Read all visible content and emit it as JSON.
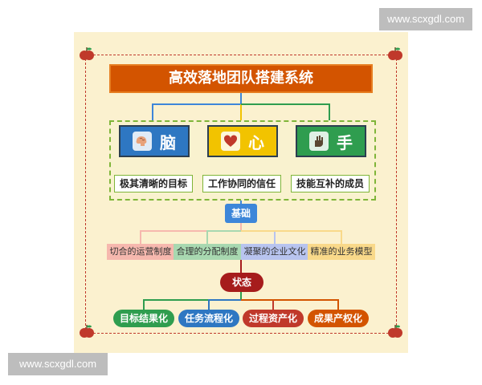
{
  "watermark": "www.scxgdl.com",
  "title": "高效落地团队搭建系统",
  "pillars": [
    {
      "name": "脑",
      "icon": "brain-icon",
      "color": "#2e77c2",
      "label": "极其清晰的目标"
    },
    {
      "name": "心",
      "icon": "heart-icon",
      "color": "#f2c300",
      "label": "工作协同的信任"
    },
    {
      "name": "手",
      "icon": "hand-icon",
      "color": "#2f9d4f",
      "label": "技能互补的成员"
    }
  ],
  "foundation": {
    "label": "基础",
    "items": [
      {
        "text": "切合的运营制度",
        "color": "#f6b8ae"
      },
      {
        "text": "合理的分配制度",
        "color": "#a8d8b0"
      },
      {
        "text": "凝聚的企业文化",
        "color": "#b8c4ef"
      },
      {
        "text": "精准的业务模型",
        "color": "#f9d98a"
      }
    ]
  },
  "state": {
    "label": "状态",
    "items": [
      {
        "text": "目标结果化",
        "color": "#2f9d4f"
      },
      {
        "text": "任务流程化",
        "color": "#2e77c2"
      },
      {
        "text": "过程资产化",
        "color": "#c0392b"
      },
      {
        "text": "成果产权化",
        "color": "#d35400"
      }
    ]
  },
  "colors": {
    "title_bg": "#d35400",
    "dash": "#c0392b",
    "panel_border": "#7fb539",
    "base_badge": "#3d86d9",
    "state_badge": "#a61c1c"
  }
}
